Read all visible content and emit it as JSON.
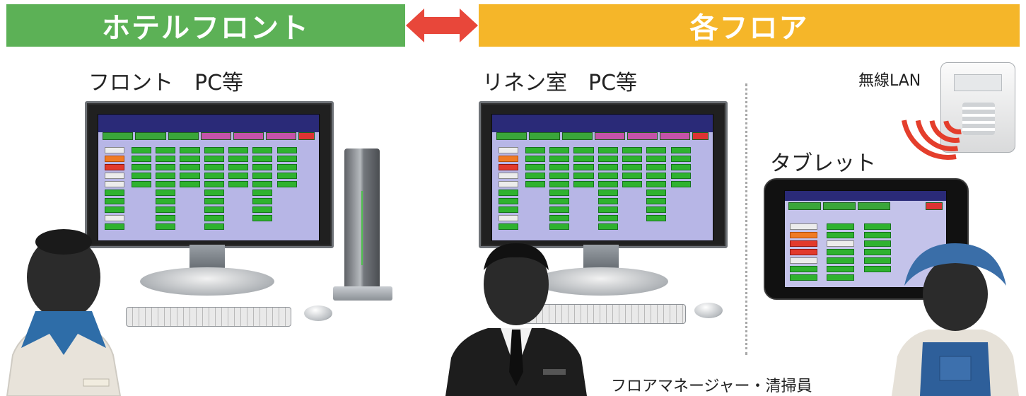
{
  "banners": {
    "front": "ホテルフロント",
    "floor": "各フロア"
  },
  "captions": {
    "front_pc": "フロント　PC等",
    "linen_pc": "リネン室　PC等",
    "wireless_lan": "無線LAN",
    "tablet": "タブレット",
    "staff": "フロアマネージャー・清掃員"
  },
  "colors": {
    "front_banner": "#5cb156",
    "floor_banner": "#f5b629",
    "arrow": "#e8473a",
    "wifi_waves": "#e43e2c",
    "app_background": "#b7b6e6",
    "room_ok": "#2fb22f"
  },
  "icons": {
    "arrow": "double-headed-arrow-icon",
    "front_staff": "receptionist-silhouette",
    "linen_staff": "manager-silhouette",
    "cleaner": "cleaning-staff-silhouette",
    "router": "wireless-router-icon",
    "wifi": "wifi-signal-icon"
  }
}
